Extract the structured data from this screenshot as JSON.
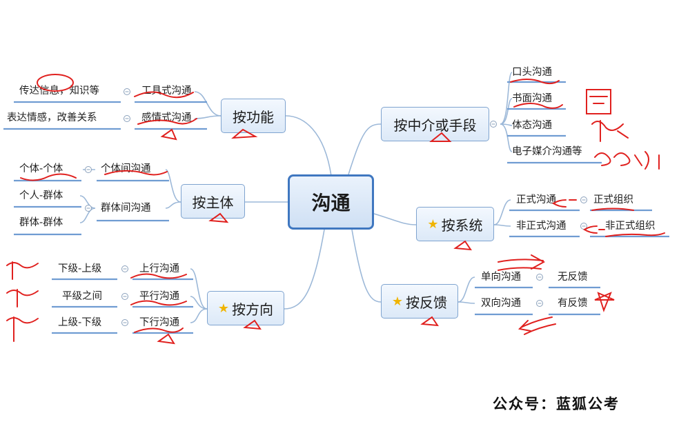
{
  "center": "沟通",
  "branches": {
    "function": {
      "label": "按功能",
      "items": [
        {
          "desc": "传达信息，知识等",
          "type": "工具式沟通"
        },
        {
          "desc": "表达情感，改善关系",
          "type": "感情式沟通"
        }
      ]
    },
    "subject": {
      "label": "按主体",
      "items": [
        {
          "desc": "个体-个体",
          "type": "个体间沟通"
        },
        {
          "desc": "个人-群体",
          "type": "群体间沟通"
        },
        {
          "desc": "群体-群体",
          "type": ""
        }
      ]
    },
    "direction": {
      "label": "按方向",
      "starred": true,
      "items": [
        {
          "desc": "下级-上级",
          "type": "上行沟通"
        },
        {
          "desc": "平级之间",
          "type": "平行沟通"
        },
        {
          "desc": "上级-下级",
          "type": "下行沟通"
        }
      ]
    },
    "medium": {
      "label": "按中介或手段",
      "items": [
        "口头沟通",
        "书面沟通",
        "体态沟通",
        "电子媒介沟通等"
      ]
    },
    "system": {
      "label": "按系统",
      "starred": true,
      "items": [
        {
          "type": "正式沟通",
          "org": "正式组织"
        },
        {
          "type": "非正式沟通",
          "org": "非正式组织"
        }
      ]
    },
    "feedback": {
      "label": "按反馈",
      "starred": true,
      "items": [
        {
          "type": "单向沟通",
          "feedback": "无反馈"
        },
        {
          "type": "双向沟通",
          "feedback": "有反馈"
        }
      ]
    }
  },
  "watermark": "公众号：蓝狐公考",
  "colors": {
    "accent": "#3f77c0",
    "annotation": "#e0201e",
    "star": "#f0b400"
  }
}
